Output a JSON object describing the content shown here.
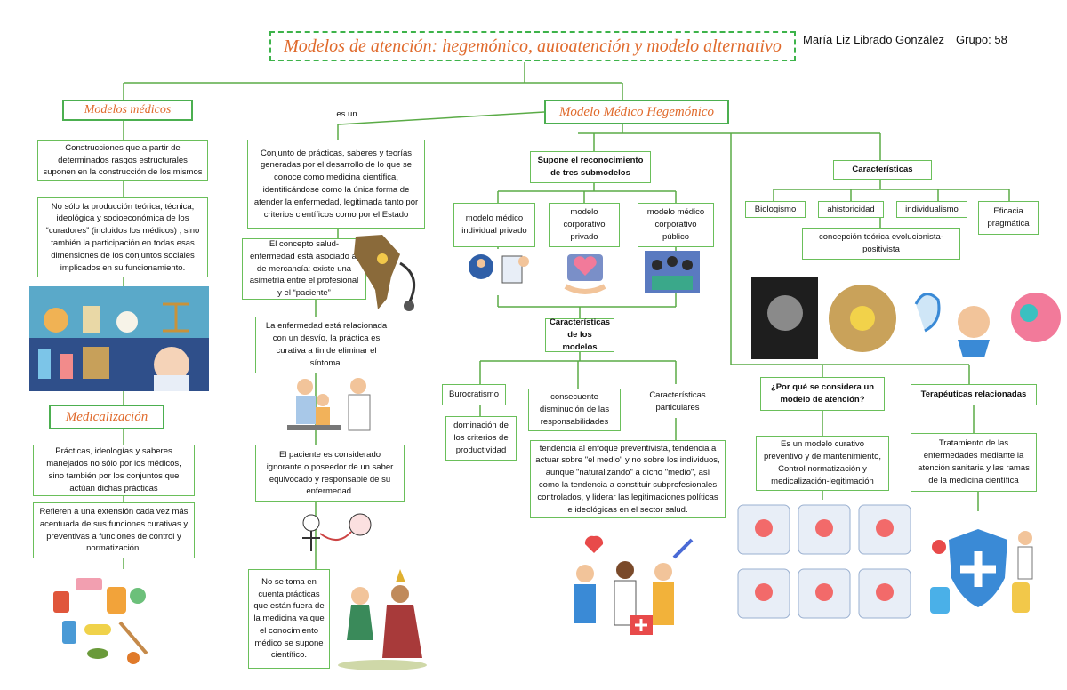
{
  "header": {
    "title": "Modelos de atención: hegemónico, autoatención y modelo alternativo",
    "author": "María Liz Librado González",
    "group": "Grupo: 58"
  },
  "left": {
    "modelos_medicos": "Modelos médicos",
    "def1": "Construcciones que a partir de determinados rasgos estructurales suponen en la construcción de los mismos",
    "def2": "No sólo la producción teórica, técnica, ideológica y socioeconómica de los “curadores” (incluidos los médicos) , sino también la participación en todas esas dimensiones de los conjuntos sociales implicados en su funcionamiento.",
    "medicalizacion": "Medicalización",
    "med1": "Prácticas, ideologías y saberes manejados no sólo por los médicos, sino también por los conjuntos que actúan dichas prácticas",
    "med2": "Refieren a una extensión cada vez más acentuada de sus funciones curativas y preventivas a funciones de control y normatización."
  },
  "center": {
    "es_un": "es un",
    "conjunto": "Conjunto de prácticas, saberes y teorías generadas por el desarrollo de lo que se conoce como medicina científica, identificándose como la única forma de atender la enfermedad, legitimada tanto por criterios científicos como por el Estado",
    "salud": "El concepto salud- enfermedad está asociado al de mercancía: existe una asimetría entre el profesional y el “paciente”",
    "desvio": "La enfermedad está relacionada con un desvío, la práctica es curativa a fin de eliminar el síntoma.",
    "paciente": "El paciente es considerado ignorante o poseedor de un saber equivocado y responsable de su enfermedad.",
    "no_toma": "No se toma en cuenta prácticas que están fuera de la medicina ya que el conocimiento médico se supone científico."
  },
  "hegemonico": {
    "title": "Modelo Médico Hegemónico",
    "supone": "Supone el reconocimiento de tres submodelos",
    "sub1": "modelo médico individual privado",
    "sub2": "modelo corporativo privado",
    "sub3": "modelo médico corporativo público",
    "caract_modelos": "Características de los modelos",
    "burocratismo": "Burocratismo",
    "dominacion": "dominación de los criterios de productividad",
    "consecuente": "consecuente disminución de las responsabilidades",
    "particulares": "Características particulares",
    "tendencia": "tendencia al enfoque preventivista, tendencia a actuar sobre \"el medio\" y no sobre los individuos, aunque \"naturalizando\" a dicho \"medio\", así como la tendencia a constituir subprofesionales controlados, y liderar las legitimaciones políticas e ideológicas en el sector salud."
  },
  "right": {
    "caracteristicas": "Características",
    "biologismo": "Biologismo",
    "ahistoricidad": "ahistoricidad",
    "individualismo": "individualismo",
    "eficacia": "Eficacia pragmática",
    "concepcion": "concepción teórica evolucionista-positivista",
    "por_que": "¿Por qué se considera un modelo de atención?",
    "curativo": "Es un modelo curativo preventivo y de mantenimiento, Control normatización y medicalización-legitimación",
    "terapeuticas": "Terapéuticas relacionadas",
    "tratamiento": "Tratamiento de las enfermedades mediante la atención sanitaria y las ramas de la medicina científica"
  },
  "colors": {
    "line": "#5aab46",
    "border": "#6abf5a",
    "accent": "#e06a2c"
  }
}
